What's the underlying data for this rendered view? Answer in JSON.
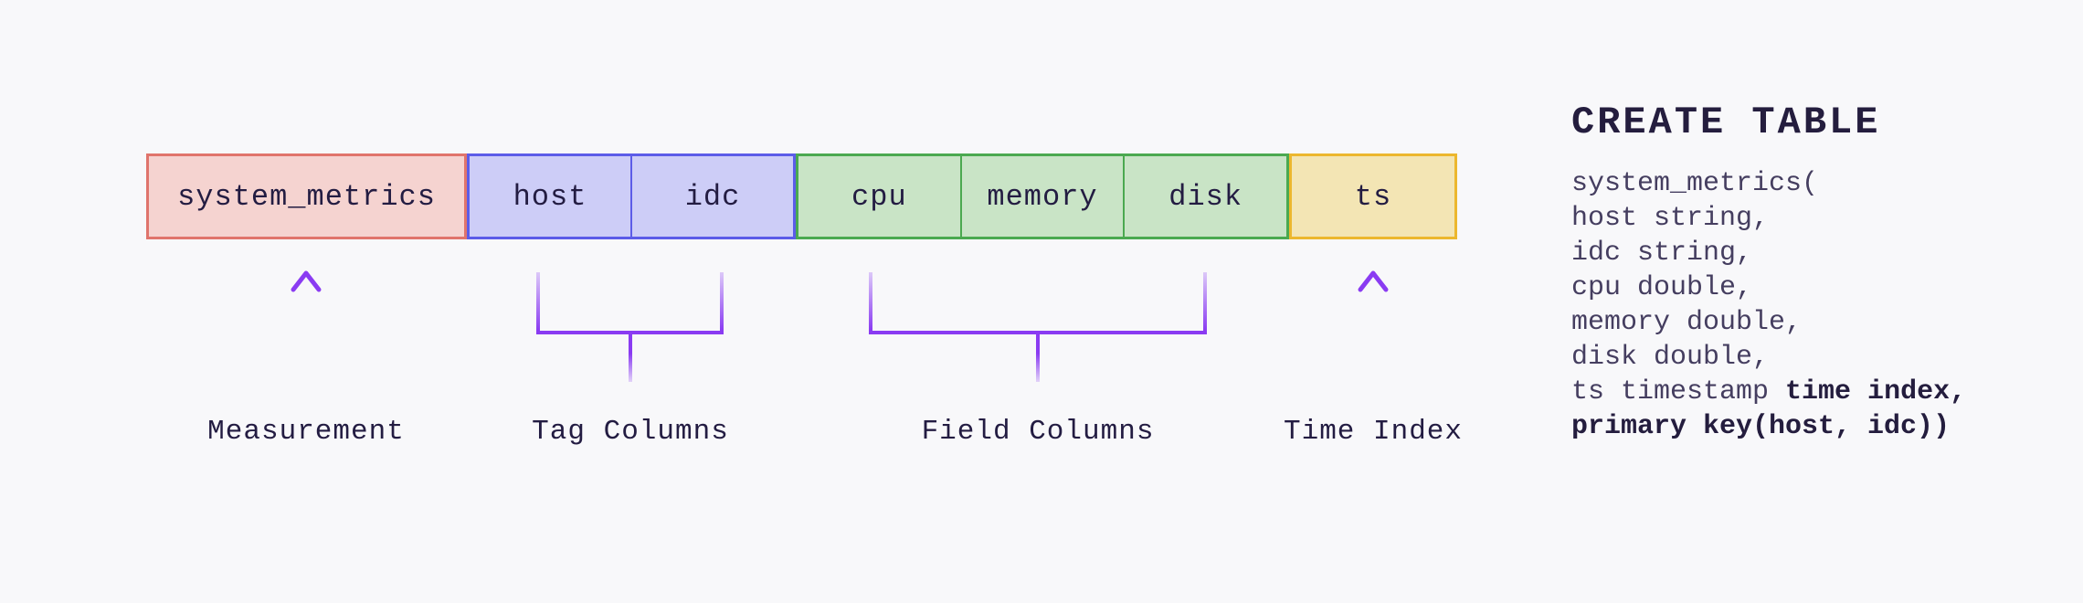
{
  "diagram": {
    "measurement": {
      "label": "system_metrics"
    },
    "tag_columns": {
      "cells": [
        "host",
        "idc"
      ]
    },
    "field_columns": {
      "cells": [
        "cpu",
        "memory",
        "disk"
      ]
    },
    "time_index": {
      "label": "ts"
    },
    "annotations": {
      "measurement": "Measurement",
      "tags": "Tag Columns",
      "fields": "Field Columns",
      "time": "Time Index"
    }
  },
  "sql": {
    "heading": "CREATE TABLE",
    "lines": [
      {
        "segments": [
          {
            "text": "system_metrics(",
            "bold": false
          }
        ]
      },
      {
        "segments": [
          {
            "text": "host string,",
            "bold": false
          }
        ]
      },
      {
        "segments": [
          {
            "text": "idc string,",
            "bold": false
          }
        ]
      },
      {
        "segments": [
          {
            "text": "cpu double,",
            "bold": false
          }
        ]
      },
      {
        "segments": [
          {
            "text": "memory double,",
            "bold": false
          }
        ]
      },
      {
        "segments": [
          {
            "text": "disk double,",
            "bold": false
          }
        ]
      },
      {
        "segments": [
          {
            "text": "ts timestamp ",
            "bold": false
          },
          {
            "text": "time index,",
            "bold": true
          }
        ]
      },
      {
        "segments": [
          {
            "text": "primary key(host, idc))",
            "bold": true
          }
        ]
      }
    ]
  },
  "colors": {
    "background": "#f8f8fa",
    "accent_purple": "#8a3bf2",
    "measurement_fill": "#f5d3d0",
    "measurement_border": "#e0746c",
    "tag_fill": "#cdcdf7",
    "tag_border": "#5c5ce8",
    "field_fill": "#c9e4c6",
    "field_border": "#4ba950",
    "time_fill": "#f3e5b4",
    "time_border": "#ecb72e",
    "text_dark": "#231c42",
    "code_text": "#453e60",
    "heading_text": "#241d3e"
  }
}
